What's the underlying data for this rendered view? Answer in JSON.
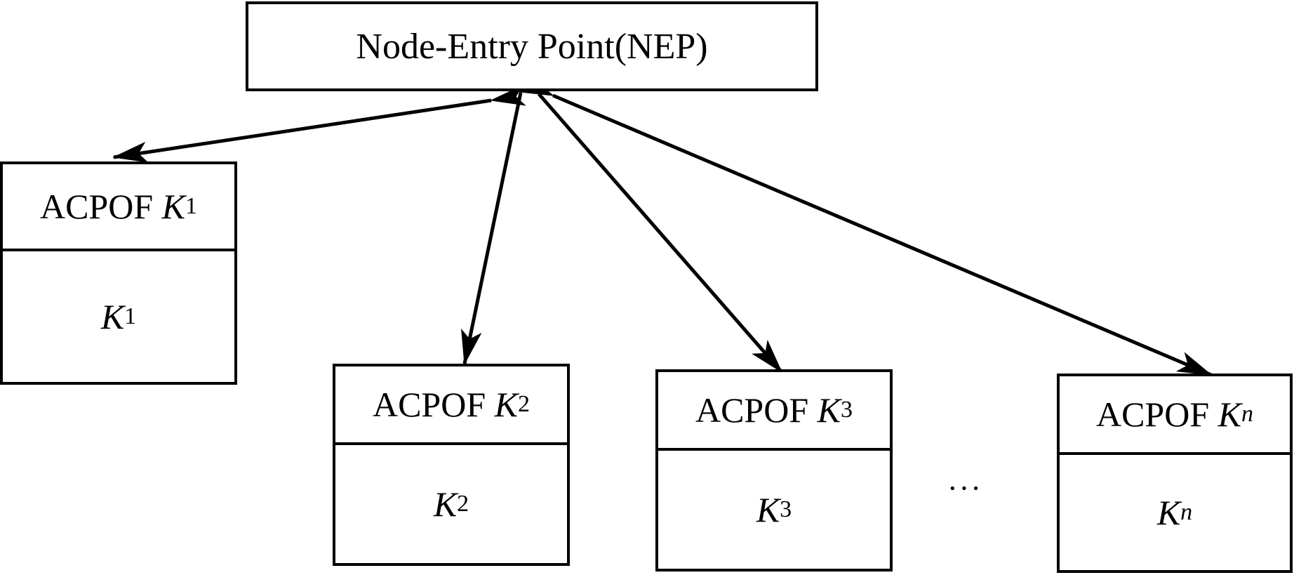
{
  "nep": {
    "label": "Node-Entry Point(NEP)"
  },
  "nodes": [
    {
      "prefix": "ACPOF ",
      "var": "K",
      "sub": "1",
      "body_var": "K",
      "body_sub": "1"
    },
    {
      "prefix": "ACPOF ",
      "var": "K",
      "sub": "2",
      "body_var": "K",
      "body_sub": "2"
    },
    {
      "prefix": "ACPOF ",
      "var": "K",
      "sub": "3",
      "body_var": "K",
      "body_sub": "3"
    },
    {
      "prefix": "ACPOF ",
      "var": "K",
      "sub": "n",
      "body_var": "K",
      "body_sub": "n"
    }
  ],
  "ellipsis": "···",
  "colors": {
    "line": "#000000",
    "background": "#ffffff"
  }
}
